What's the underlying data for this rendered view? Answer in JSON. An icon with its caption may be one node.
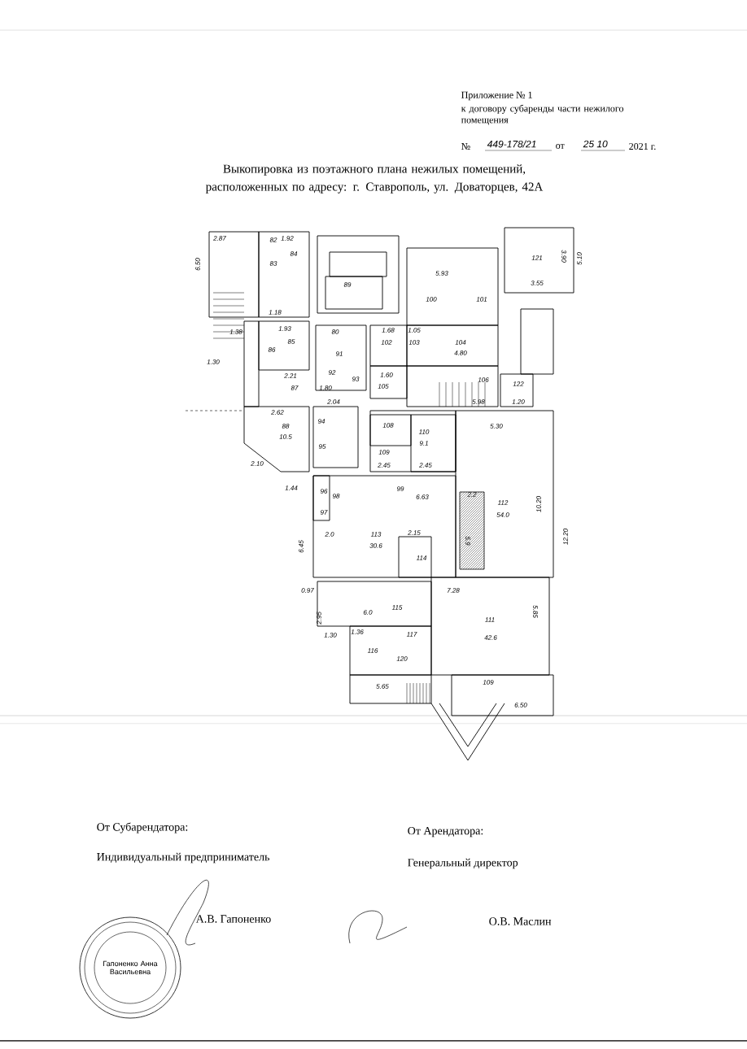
{
  "diagram": {
    "title": "Выкопировка из поэтажного плана нежилых помещений, расположенных по адресу: г. Ставрополь, ул. Доваторцев, 42А",
    "labels": [
      "Приложение № 1",
      "к договору субаренды части нежилого помещения",
      "№",
      "449-178/21",
      "от",
      "25 10",
      "2021 г.",
      "2.87",
      "82",
      "1.92",
      "84",
      "83",
      "6.50",
      "89",
      "5.93",
      "100",
      "101",
      "121",
      "3.90",
      "3.55",
      "5.10",
      "1.18",
      "1.38",
      "1.93",
      "86",
      "85",
      "80",
      "1.68",
      "102",
      "1.05",
      "103",
      "104",
      "4.80",
      "1.30",
      "91",
      "92",
      "93",
      "1.60",
      "105",
      "2.21",
      "87",
      "1.80",
      "2.04",
      "106",
      "5.98",
      "122",
      "1.20",
      "2.62",
      "88",
      "10.5",
      "94",
      "95",
      "108",
      "110",
      "9.1",
      "109",
      "2.45",
      "2.45",
      "5.30",
      "2.10",
      "1.44",
      "99",
      "6.63",
      "2.2",
      "112",
      "54.0",
      "98",
      "96",
      "97",
      "2.0",
      "113",
      "30.6",
      "2.15",
      "114",
      "5.9",
      "10.20",
      "12.20",
      "6.45",
      "0.97",
      "7.28",
      "6.0",
      "115",
      "111",
      "42.6",
      "5.85",
      "2.95",
      "1.30",
      "1.36",
      "117",
      "116",
      "120",
      "5.65",
      "109",
      "6.50",
      "От Субарендатора:",
      "Индивидуальный предприниматель",
      "Гапоненко Анна Васильевна",
      "А.В. Гапоненко",
      "От Арендатора:",
      "Генеральный директор",
      "О.В. Маслин"
    ]
  }
}
